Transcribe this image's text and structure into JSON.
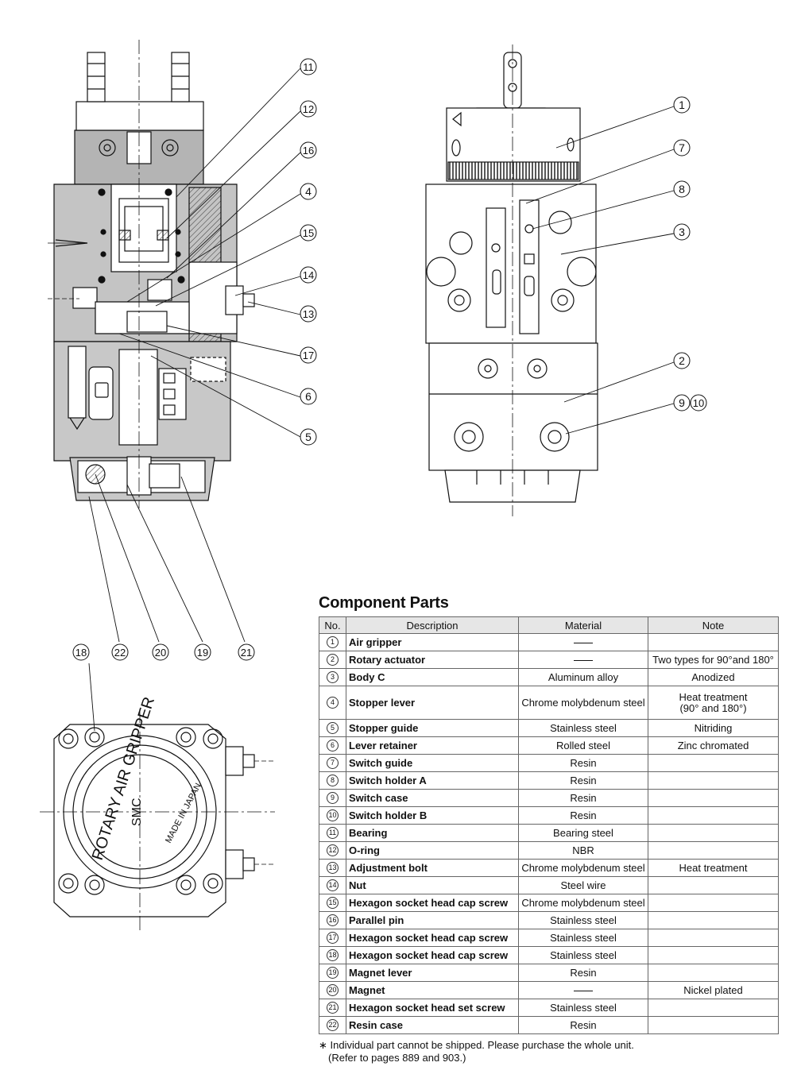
{
  "callouts": [
    "11",
    "12",
    "16",
    "4",
    "15",
    "14",
    "13",
    "17",
    "6",
    "5",
    "1",
    "7",
    "8",
    "3",
    "2",
    "9",
    "10",
    "18",
    "22",
    "20",
    "19",
    "21"
  ],
  "label_text": {
    "rotary_air_gripper": "ROTARY AIR GRIPPER",
    "smc": "SMC",
    "made_in_japan": "MADE IN JAPAN"
  },
  "table": {
    "title": "Component Parts",
    "headers": {
      "no": "No.",
      "description": "Description",
      "material": "Material",
      "note": "Note"
    },
    "rows": [
      {
        "no": "1",
        "description": "Air gripper",
        "material": "—",
        "note": ""
      },
      {
        "no": "2",
        "description": "Rotary actuator",
        "material": "—",
        "note": "Two types for 90°and 180°"
      },
      {
        "no": "3",
        "description": "Body C",
        "material": "Aluminum alloy",
        "note": "Anodized"
      },
      {
        "no": "4",
        "description": "Stopper lever",
        "material": "Chrome molybdenum steel",
        "note": "Heat treatment",
        "note_2": "(90° and 180°)"
      },
      {
        "no": "5",
        "description": "Stopper guide",
        "material": "Stainless steel",
        "note": "Nitriding"
      },
      {
        "no": "6",
        "description": "Lever retainer",
        "material": "Rolled steel",
        "note": "Zinc chromated"
      },
      {
        "no": "7",
        "description": "Switch guide",
        "material": "Resin",
        "note": ""
      },
      {
        "no": "8",
        "description": "Switch holder A",
        "material": "Resin",
        "note": ""
      },
      {
        "no": "9",
        "description": "Switch case",
        "material": "Resin",
        "note": ""
      },
      {
        "no": "10",
        "description": "Switch holder B",
        "material": "Resin",
        "note": ""
      },
      {
        "no": "11",
        "description": "Bearing",
        "material": "Bearing steel",
        "note": ""
      },
      {
        "no": "12",
        "description": "O-ring",
        "material": "NBR",
        "note": ""
      },
      {
        "no": "13",
        "description": "Adjustment bolt",
        "material": "Chrome molybdenum steel",
        "note": "Heat treatment"
      },
      {
        "no": "14",
        "description": "Nut",
        "material": "Steel wire",
        "note": ""
      },
      {
        "no": "15",
        "description": "Hexagon socket head cap screw",
        "material": "Chrome molybdenum steel",
        "note": ""
      },
      {
        "no": "16",
        "description": "Parallel pin",
        "material": "Stainless steel",
        "note": ""
      },
      {
        "no": "17",
        "description": "Hexagon socket head cap screw",
        "material": "Stainless steel",
        "note": ""
      },
      {
        "no": "18",
        "description": "Hexagon socket head cap screw",
        "material": "Stainless steel",
        "note": ""
      },
      {
        "no": "19",
        "description": "Magnet lever",
        "material": "Resin",
        "note": ""
      },
      {
        "no": "20",
        "description": "Magnet",
        "material": "—",
        "note": "Nickel plated"
      },
      {
        "no": "21",
        "description": "Hexagon socket head set screw",
        "material": "Stainless steel",
        "note": ""
      },
      {
        "no": "22",
        "description": "Resin case",
        "material": "Resin",
        "note": ""
      }
    ],
    "footnote_1": "∗ Individual part cannot be shipped. Please purchase the whole unit.",
    "footnote_2": "(Refer to pages 889 and 903.)"
  }
}
